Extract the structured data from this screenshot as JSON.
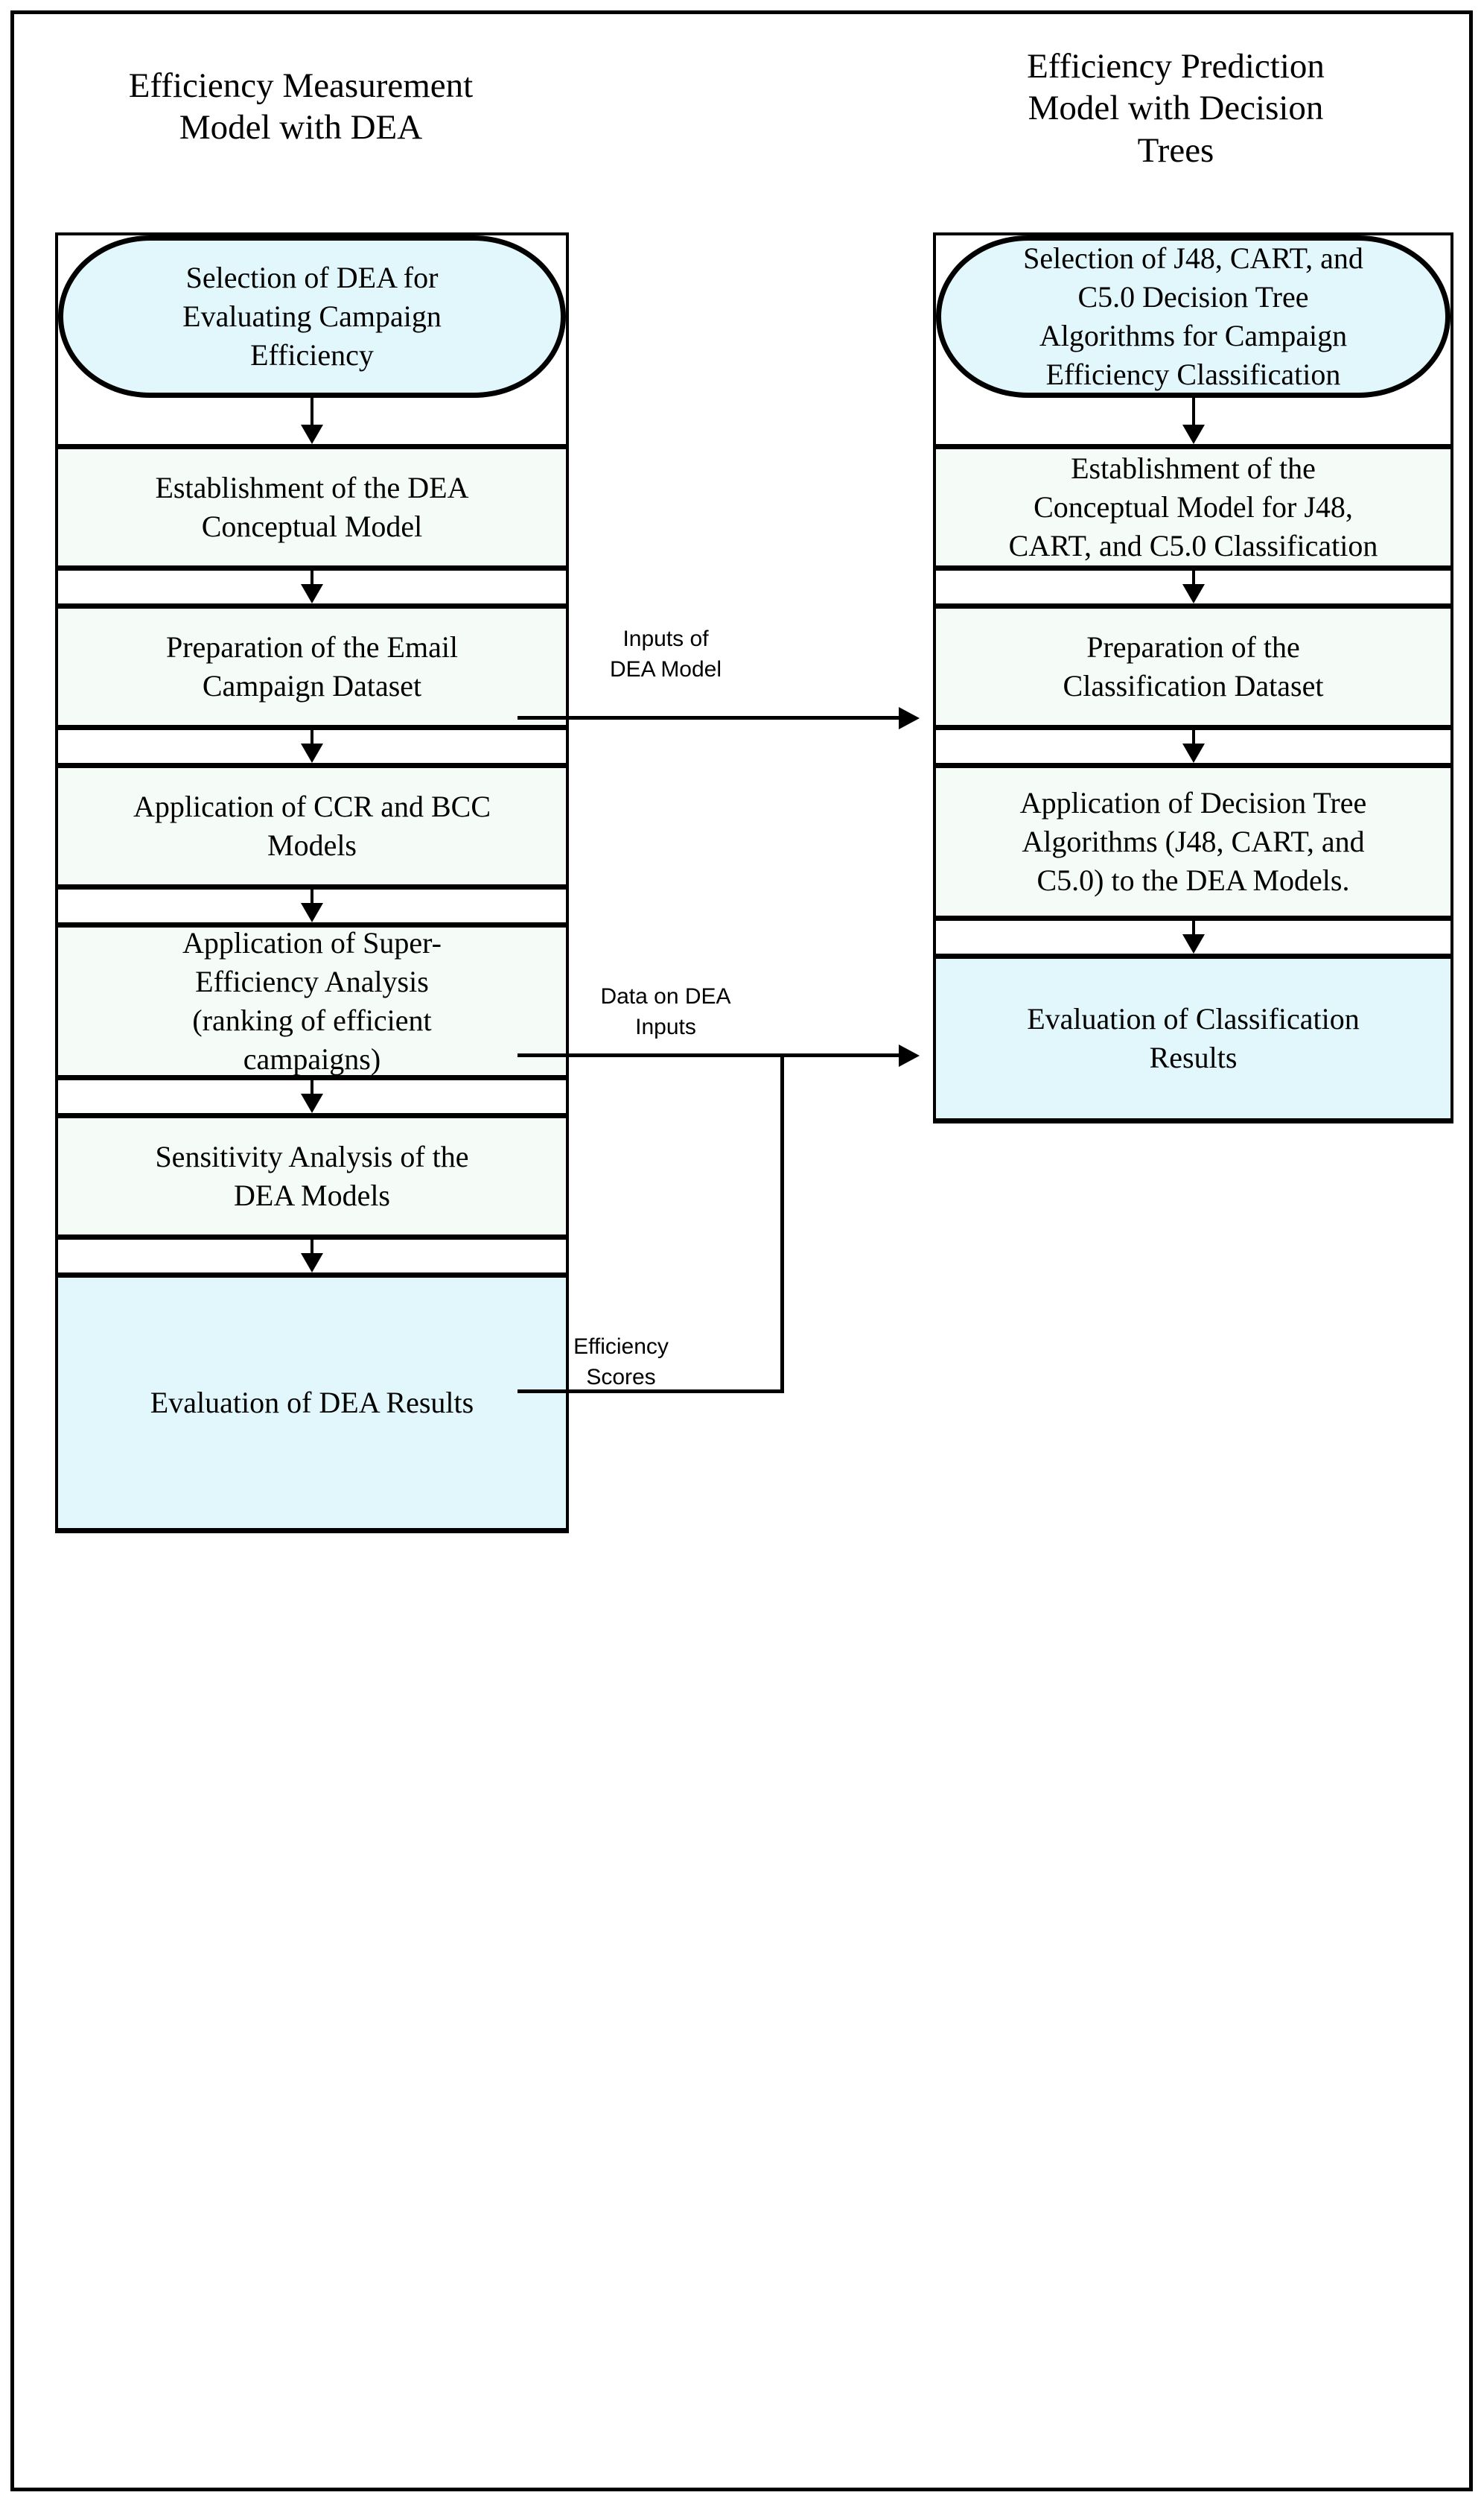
{
  "diagram": {
    "title_left": "Efficiency Measurement\nModel with DEA",
    "title_right": "Efficiency Prediction\nModel with Decision\nTrees",
    "colors": {
      "terminator_fill": "#E2F7FC",
      "process_fill": "#F5FBF6",
      "result_fill": "#E2F7FC",
      "stroke": "#000000",
      "page_background": "#FFFFFF"
    },
    "left_column": {
      "name": "Efficiency Measurement Model with DEA",
      "nodes": [
        {
          "id": "dea-selection",
          "shape": "terminator",
          "fill": "#E2F7FC",
          "label": "Selection of DEA for\nEvaluating Campaign\nEfficiency"
        },
        {
          "id": "dea-conceptual-model",
          "shape": "process",
          "fill": "#F5FBF6",
          "label": "Establishment of the DEA\nConceptual Model"
        },
        {
          "id": "dea-dataset",
          "shape": "process",
          "fill": "#F5FBF6",
          "label": "Preparation of the Email\nCampaign Dataset"
        },
        {
          "id": "ccr-bcc-models",
          "shape": "process",
          "fill": "#F5FBF6",
          "label": "Application of CCR and BCC\nModels"
        },
        {
          "id": "super-efficiency",
          "shape": "process",
          "fill": "#F5FBF6",
          "label": "Application of Super-\nEfficiency Analysis\n(ranking of efficient\ncampaigns)"
        },
        {
          "id": "sensitivity-analysis",
          "shape": "process",
          "fill": "#F5FBF6",
          "label": "Sensitivity Analysis of the\nDEA Models"
        },
        {
          "id": "dea-evaluation",
          "shape": "process",
          "fill": "#E2F7FC",
          "label": "Evaluation of DEA Results"
        }
      ]
    },
    "right_column": {
      "name": "Efficiency Prediction Model with Decision Trees",
      "nodes": [
        {
          "id": "dt-selection",
          "shape": "terminator",
          "fill": "#E2F7FC",
          "label": "Selection of J48, CART, and\nC5.0 Decision Tree\nAlgorithms for Campaign\nEfficiency Classification"
        },
        {
          "id": "dt-conceptual-model",
          "shape": "process",
          "fill": "#F5FBF6",
          "label": "Establishment of the\nConceptual Model for J48,\nCART, and C5.0 Classification"
        },
        {
          "id": "dt-dataset",
          "shape": "process",
          "fill": "#F5FBF6",
          "label": "Preparation of the\nClassification Dataset"
        },
        {
          "id": "dt-application",
          "shape": "process",
          "fill": "#F5FBF6",
          "label": "Application of Decision Tree\nAlgorithms (J48, CART, and\nC5.0) to the DEA Models."
        },
        {
          "id": "dt-evaluation",
          "shape": "process",
          "fill": "#E2F7FC",
          "label": "Evaluation of Classification\nResults"
        }
      ]
    },
    "connectors": [
      {
        "id": "inputs-of-dea-model",
        "label": "Inputs of\nDEA Model",
        "from": "dea-conceptual-model",
        "to": "dt-conceptual-model",
        "direction": "left-to-right"
      },
      {
        "id": "data-on-dea-inputs",
        "label": "Data on DEA\nInputs",
        "from": "dea-dataset",
        "to": "dt-dataset",
        "direction": "left-to-right"
      },
      {
        "id": "efficiency-scores",
        "label": "Efficiency\nScores",
        "from": "ccr-bcc-models",
        "to": "dt-dataset",
        "direction": "left-up-right"
      }
    ]
  }
}
